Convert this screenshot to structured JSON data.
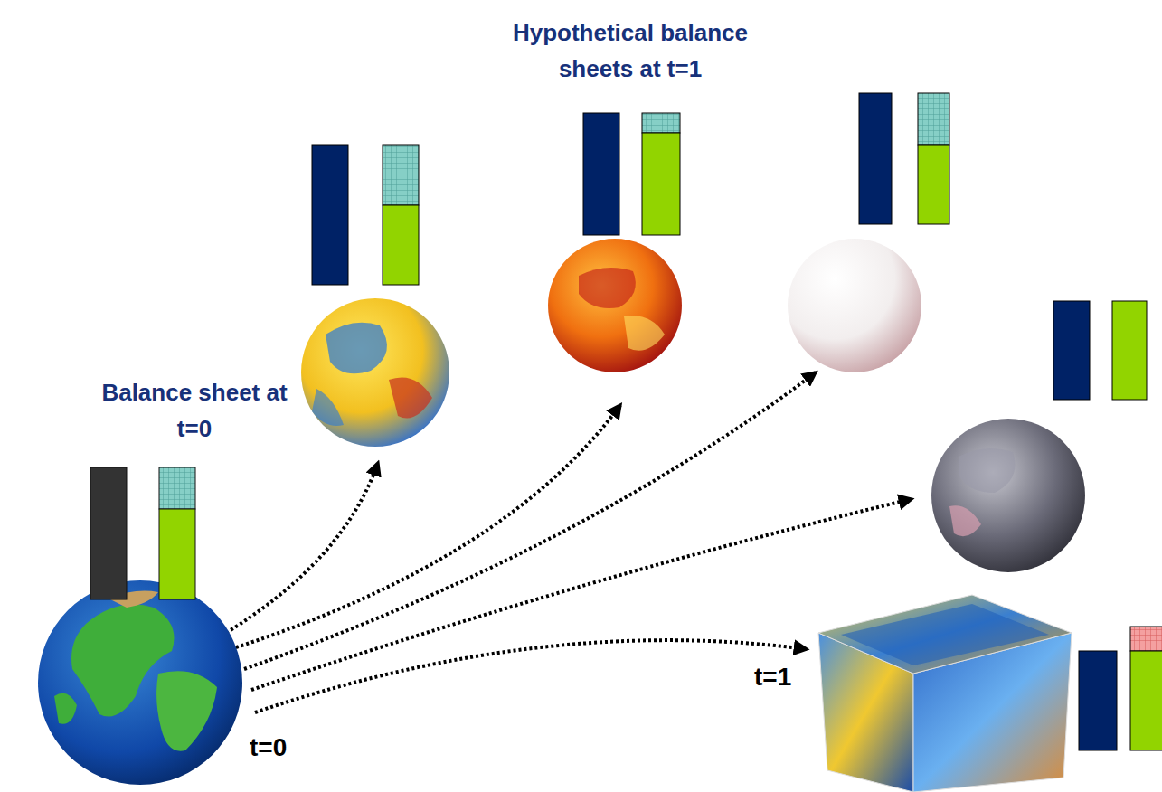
{
  "diagram": {
    "labels": [
      "Hypothetical balance sheets at t=1",
      "Balance sheet at t=0",
      "t=1",
      "t=0"
    ]
  }
}
